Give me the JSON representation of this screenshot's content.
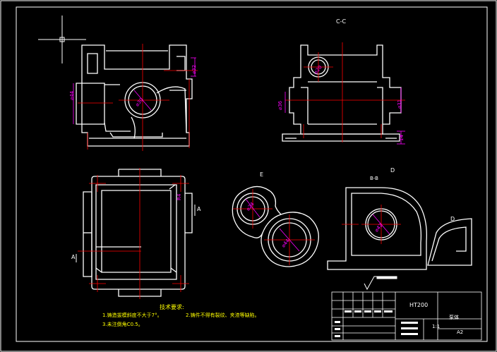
{
  "view_labels": {
    "section_cc": "C-C",
    "view_e": "E",
    "view_d": "D",
    "view_bb": "B-B",
    "view_d_small": "D",
    "marker_a_right": "A",
    "marker_a_left": "A"
  },
  "dimensions": {
    "d44": "⌀44",
    "d32_top": "⌀32",
    "d30": "⌀30",
    "d20": "⌀20",
    "d36": "⌀36",
    "d31": "⌀31",
    "len14": "14",
    "d24_e": "⌀24",
    "d44_e": "⌀44",
    "d42_d": "⌀42",
    "r4": "R4"
  },
  "notes": {
    "title": "技术要求:",
    "line1": "1.铸造拔模斜度不大于7°。",
    "line2": "2.铸件不得有裂纹、夹渣等缺陷。",
    "line3": "3.未注倒角C0.5。"
  },
  "title_block": {
    "material": "HT200",
    "part_name": "泵体",
    "scale": "1:1",
    "sheet_size": "A2"
  },
  "colors": {
    "background": "#000000",
    "outline": "#ffffff",
    "centerline": "#ff0000",
    "dimension": "#ff00ff",
    "note": "#ffff00"
  }
}
